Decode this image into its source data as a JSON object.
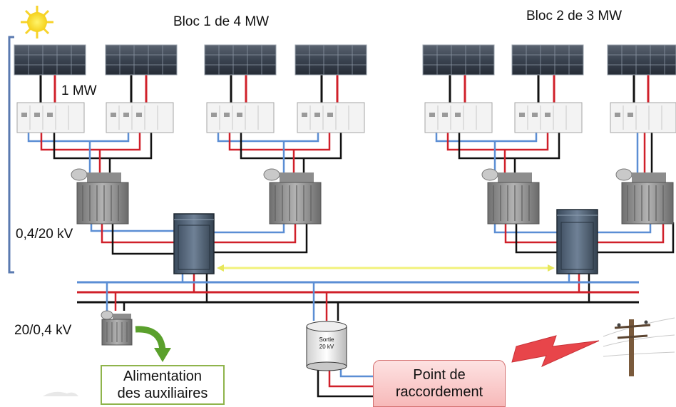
{
  "labels": {
    "bloc1": "Bloc 1 de 4 MW",
    "bloc2": "Bloc 2 de 3 MW",
    "mw": "1 MW",
    "voltage_step_up": "0,4/20 kV",
    "voltage_step_down": "20/0,4 kV",
    "auxiliaires_line1": "Alimentation",
    "auxiliaires_line2": "des auxiliaires",
    "sortie_line1": "Sortie",
    "sortie_line2": "20 kV",
    "point_line1": "Point de",
    "point_line2": "raccordement"
  },
  "colors": {
    "line_blue": "#5b8ed4",
    "line_red": "#d0202a",
    "line_black": "#111111",
    "link_yellow": "#f2f27a",
    "bracket_blue": "#5a7ab0",
    "aux_border": "#8fb44b",
    "aux_arrow": "#5aa02c",
    "point_fill": "#f9c6c6",
    "lightning": "#e8454a"
  },
  "icons": [
    "sun-icon",
    "solar-panel-icon",
    "inverter-icon",
    "transformer-icon",
    "switchgear-cabinet-icon",
    "sortie-cylinder-icon",
    "lightning-icon",
    "power-pole-icon",
    "curved-arrow-icon"
  ]
}
